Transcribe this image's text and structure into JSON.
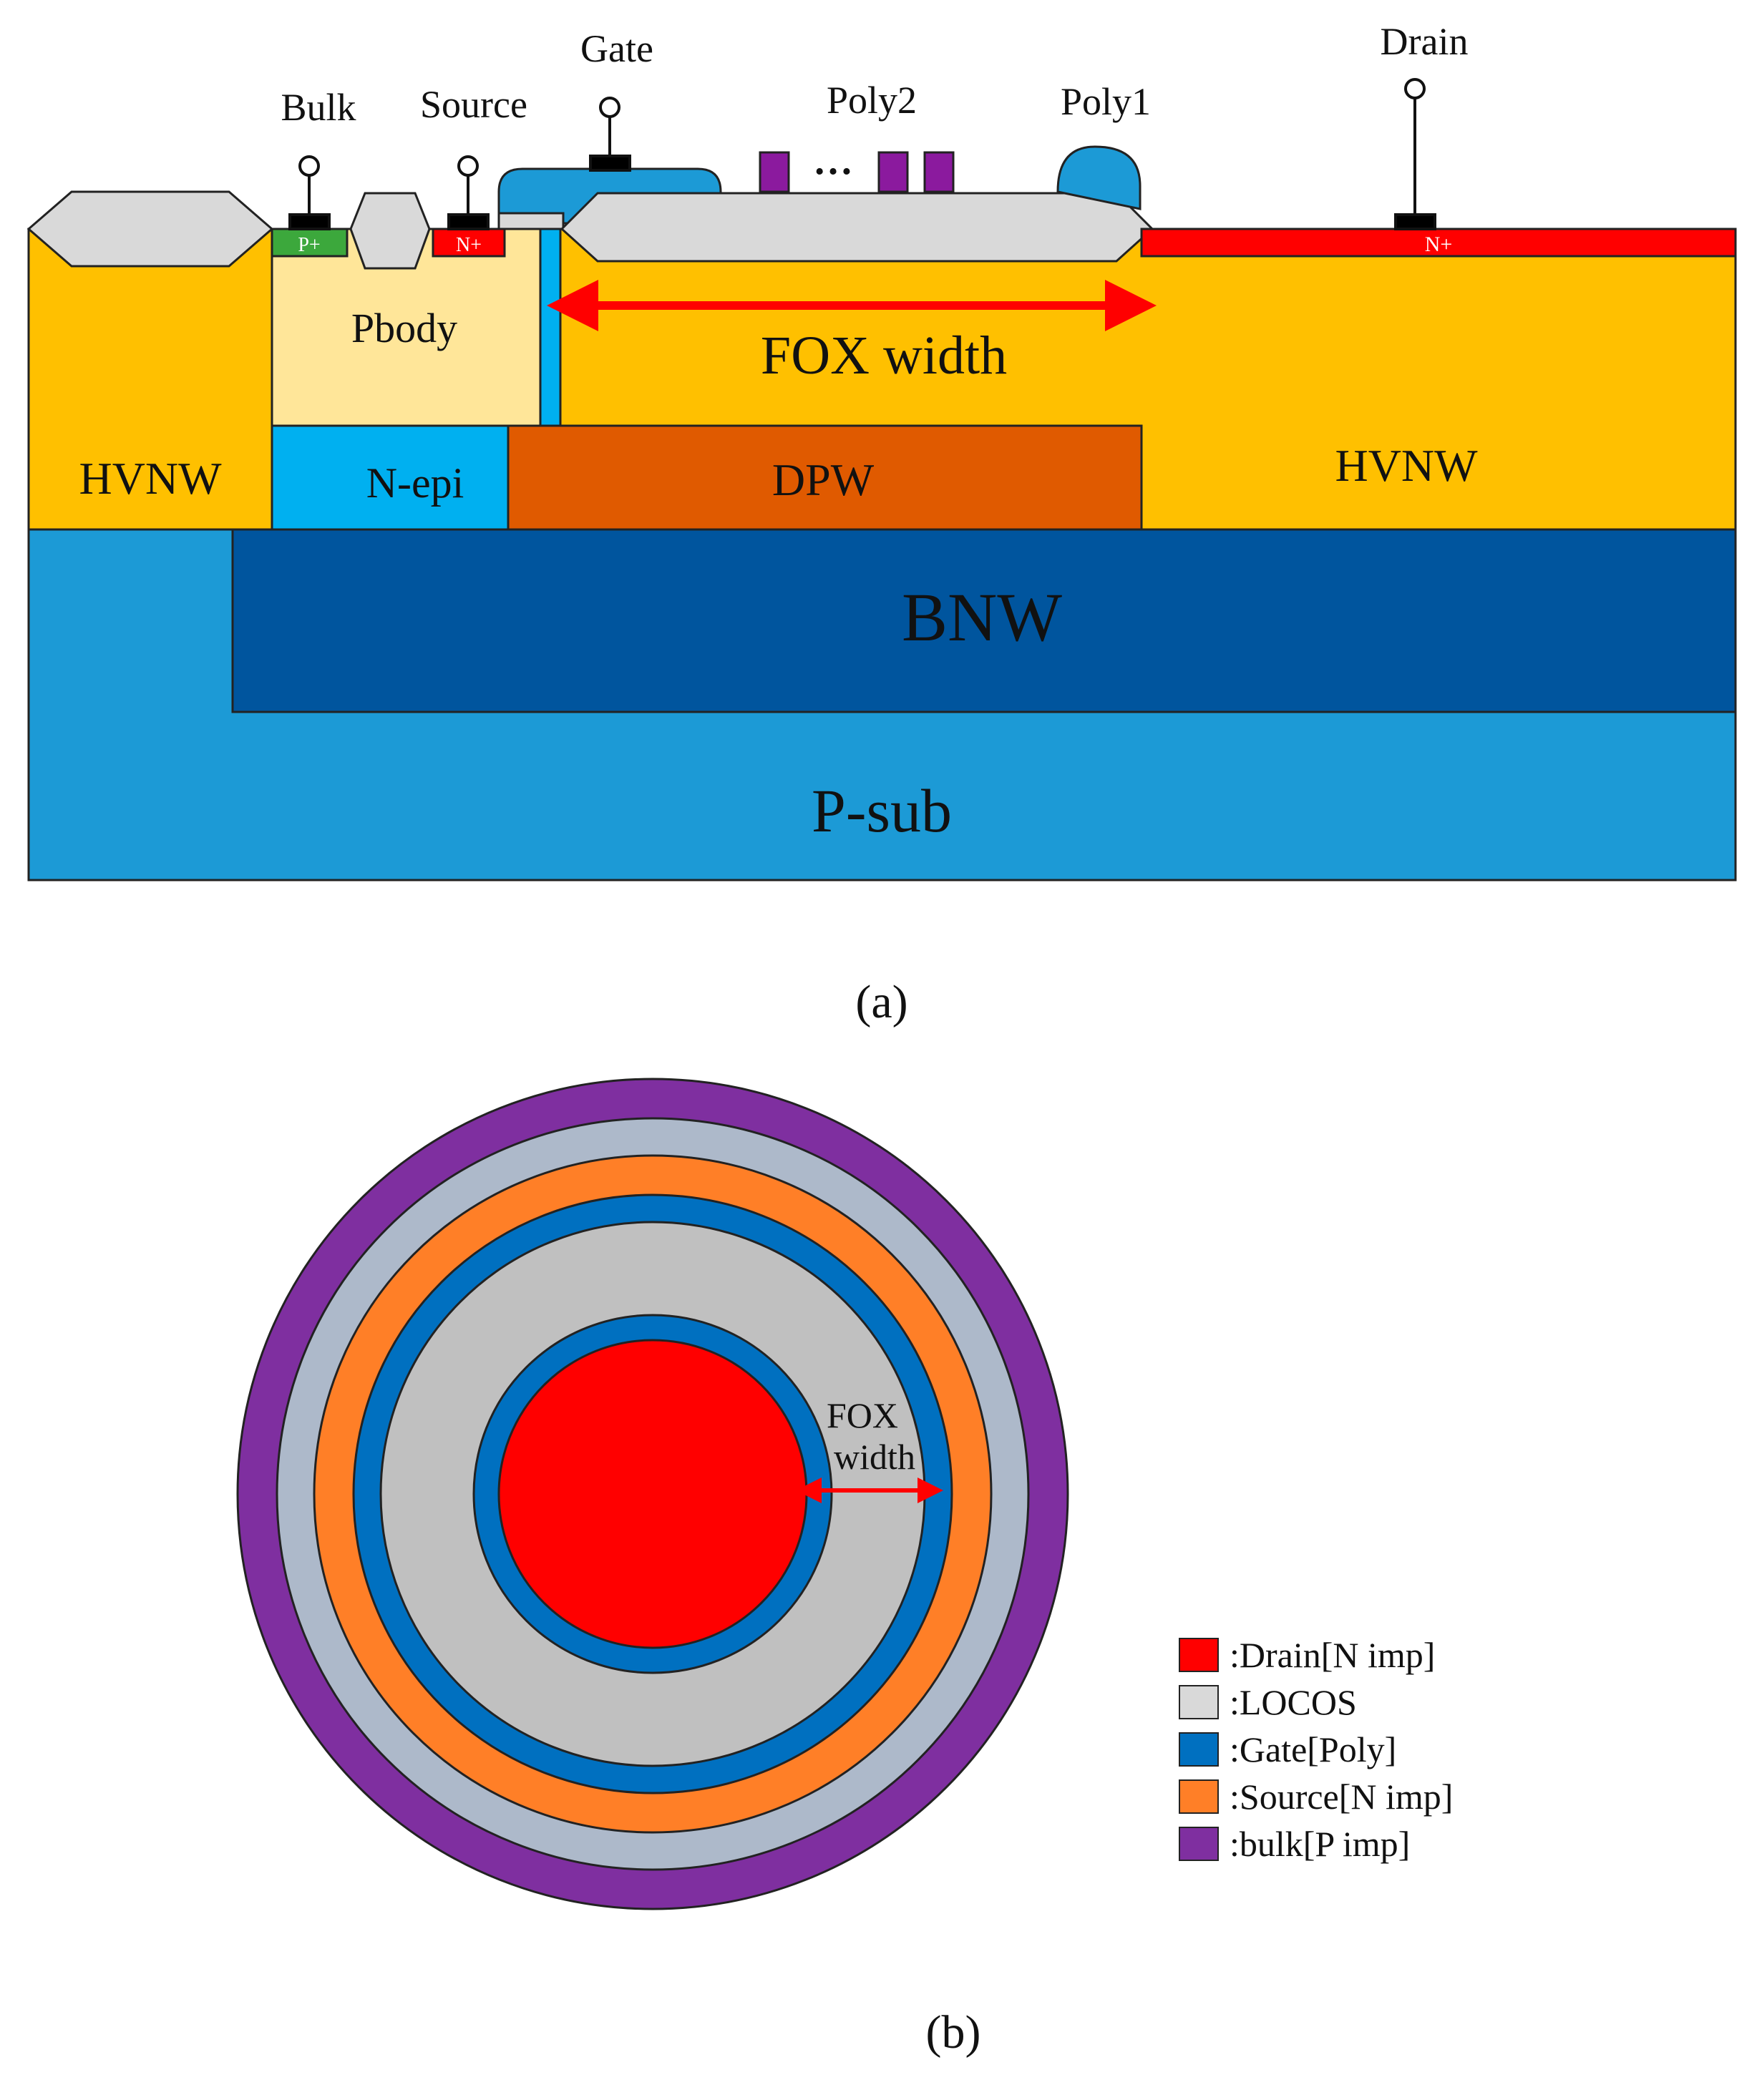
{
  "cross_section": {
    "terminals": {
      "bulk": "Bulk",
      "source": "Source",
      "gate": "Gate",
      "poly2": "Poly2",
      "dots": "…",
      "poly1": "Poly1",
      "drain": "Drain"
    },
    "implants": {
      "p_plus": "P+",
      "n_plus_source": "N+",
      "n_plus_drain": "N+"
    },
    "regions": {
      "pbody": "Pbody",
      "fox_width": "FOX width",
      "hvnw_left": "HVNW",
      "nepi": "N-epi",
      "dpw": "DPW",
      "hvnw_right": "HVNW",
      "bnw": "BNW",
      "psub": "P-sub"
    },
    "caption_a": "(a)",
    "colors": {
      "hvnw": "#FFC000",
      "pbody": "#FFE699",
      "nepi": "#00B0F0",
      "dpw": "#E05A00",
      "bnw": "#00559E",
      "psub": "#1C9AD6",
      "locos": "#D9D9D9",
      "gate_poly": "#1C9AD6",
      "n_plus": "#FF0000",
      "p_plus": "#3CA83C",
      "poly2": "#8B1A9E",
      "arrow": "#FF0000",
      "contact": "#000000"
    }
  },
  "layout_top_view": {
    "fox_label_line1": "FOX",
    "fox_label_line2": "width",
    "legend": [
      {
        "label": ":Drain[N imp]",
        "color": "#FF0000"
      },
      {
        "label": ":LOCOS",
        "color": "#D9D9D9"
      },
      {
        "label": ":Gate[Poly]",
        "color": "#0070C0"
      },
      {
        "label": ":Source[N imp]",
        "color": "#FF7F27"
      },
      {
        "label": ":bulk[P imp]",
        "color": "#7F2FA0"
      }
    ],
    "colors": {
      "bulk": "#7F2FA0",
      "outer_ring": "#ADB9CA",
      "source": "#FF7F27",
      "gate": "#0070C0",
      "locos": "#C0C0C0",
      "drain": "#FF0000",
      "arrow": "#FF0000"
    },
    "caption_b": "(b)"
  }
}
